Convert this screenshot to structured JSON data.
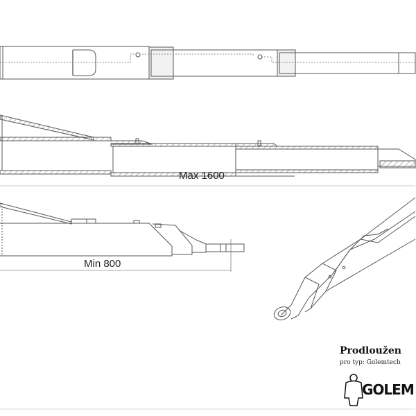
{
  "drawing": {
    "max_label": "Max 1600",
    "min_label": "Min 800",
    "title": "Prodloužen",
    "subtitle": "pro typ: Golemtech",
    "logo_text": "GOLEM"
  }
}
